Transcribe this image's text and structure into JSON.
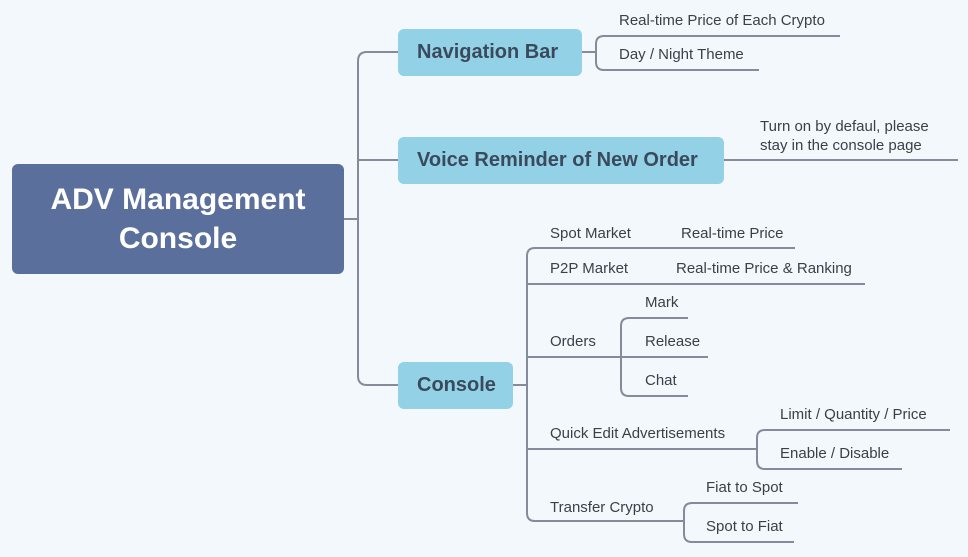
{
  "root": {
    "line1": "ADV Management",
    "line2": "Console"
  },
  "navigation": {
    "title": "Navigation Bar",
    "children": [
      "Real-time Price of Each Crypto",
      "Day / Night Theme"
    ]
  },
  "voice": {
    "title": "Voice Reminder of New Order",
    "note_line1": "Turn on by defaul, please",
    "note_line2": "stay in the console page"
  },
  "console": {
    "title": "Console",
    "spot": {
      "label": "Spot Market",
      "child": "Real-time Price"
    },
    "p2p": {
      "label": "P2P Market",
      "child": "Real-time Price & Ranking"
    },
    "orders": {
      "label": "Orders",
      "children": [
        "Mark",
        "Release",
        "Chat"
      ]
    },
    "quick_edit": {
      "label": "Quick Edit Advertisements",
      "children": [
        "Limit / Quantity / Price",
        "Enable / Disable"
      ]
    },
    "transfer": {
      "label": "Transfer Crypto",
      "children": [
        "Fiat to Spot",
        "Spot to Fiat"
      ]
    }
  },
  "colors": {
    "background": "#f3f8fc",
    "root_fill": "#5a6f9b",
    "main_fill": "#93d1e6",
    "connector": "#858a9c"
  }
}
